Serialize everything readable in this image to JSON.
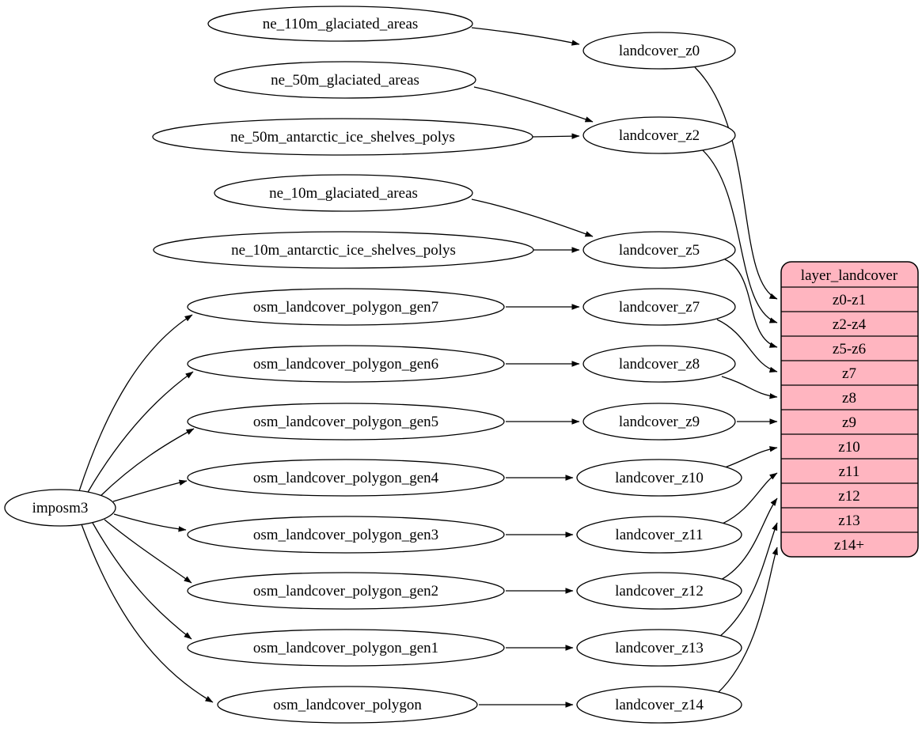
{
  "diagram": {
    "type": "dataflow-graph",
    "colors": {
      "background": "#ffffff",
      "node_fill": "#ffffff",
      "stroke": "#000000",
      "table_fill": "#ffb5c0"
    },
    "importer_node": {
      "label": "imposm3"
    },
    "source_nodes": [
      "ne_110m_glaciated_areas",
      "ne_50m_glaciated_areas",
      "ne_50m_antarctic_ice_shelves_polys",
      "ne_10m_glaciated_areas",
      "ne_10m_antarctic_ice_shelves_polys",
      "osm_landcover_polygon_gen7",
      "osm_landcover_polygon_gen6",
      "osm_landcover_polygon_gen5",
      "osm_landcover_polygon_gen4",
      "osm_landcover_polygon_gen3",
      "osm_landcover_polygon_gen2",
      "osm_landcover_polygon_gen1",
      "osm_landcover_polygon"
    ],
    "etl_nodes": [
      "landcover_z0",
      "landcover_z2",
      "landcover_z5",
      "landcover_z7",
      "landcover_z8",
      "landcover_z9",
      "landcover_z10",
      "landcover_z11",
      "landcover_z12",
      "landcover_z13",
      "landcover_z14"
    ],
    "table": {
      "title": "layer_landcover",
      "rows": [
        "z0-z1",
        "z2-z4",
        "z5-z6",
        "z7",
        "z8",
        "z9",
        "z10",
        "z11",
        "z12",
        "z13",
        "z14+"
      ]
    },
    "edges": [
      {
        "from": "imposm3",
        "to": "osm_landcover_polygon_gen7"
      },
      {
        "from": "imposm3",
        "to": "osm_landcover_polygon_gen6"
      },
      {
        "from": "imposm3",
        "to": "osm_landcover_polygon_gen5"
      },
      {
        "from": "imposm3",
        "to": "osm_landcover_polygon_gen4"
      },
      {
        "from": "imposm3",
        "to": "osm_landcover_polygon_gen3"
      },
      {
        "from": "imposm3",
        "to": "osm_landcover_polygon_gen2"
      },
      {
        "from": "imposm3",
        "to": "osm_landcover_polygon_gen1"
      },
      {
        "from": "imposm3",
        "to": "osm_landcover_polygon"
      },
      {
        "from": "ne_110m_glaciated_areas",
        "to": "landcover_z0"
      },
      {
        "from": "ne_50m_glaciated_areas",
        "to": "landcover_z2"
      },
      {
        "from": "ne_50m_antarctic_ice_shelves_polys",
        "to": "landcover_z2"
      },
      {
        "from": "ne_10m_glaciated_areas",
        "to": "landcover_z5"
      },
      {
        "from": "ne_10m_antarctic_ice_shelves_polys",
        "to": "landcover_z5"
      },
      {
        "from": "osm_landcover_polygon_gen7",
        "to": "landcover_z7"
      },
      {
        "from": "osm_landcover_polygon_gen6",
        "to": "landcover_z8"
      },
      {
        "from": "osm_landcover_polygon_gen5",
        "to": "landcover_z9"
      },
      {
        "from": "osm_landcover_polygon_gen4",
        "to": "landcover_z10"
      },
      {
        "from": "osm_landcover_polygon_gen3",
        "to": "landcover_z11"
      },
      {
        "from": "osm_landcover_polygon_gen2",
        "to": "landcover_z12"
      },
      {
        "from": "osm_landcover_polygon_gen1",
        "to": "landcover_z13"
      },
      {
        "from": "osm_landcover_polygon",
        "to": "landcover_z14"
      },
      {
        "from": "landcover_z0",
        "to": "layer_landcover.z0-z1"
      },
      {
        "from": "landcover_z2",
        "to": "layer_landcover.z2-z4"
      },
      {
        "from": "landcover_z5",
        "to": "layer_landcover.z5-z6"
      },
      {
        "from": "landcover_z7",
        "to": "layer_landcover.z7"
      },
      {
        "from": "landcover_z8",
        "to": "layer_landcover.z8"
      },
      {
        "from": "landcover_z9",
        "to": "layer_landcover.z9"
      },
      {
        "from": "landcover_z10",
        "to": "layer_landcover.z10"
      },
      {
        "from": "landcover_z11",
        "to": "layer_landcover.z11"
      },
      {
        "from": "landcover_z12",
        "to": "layer_landcover.z12"
      },
      {
        "from": "landcover_z13",
        "to": "layer_landcover.z13"
      },
      {
        "from": "landcover_z14",
        "to": "layer_landcover.z14+"
      }
    ]
  }
}
